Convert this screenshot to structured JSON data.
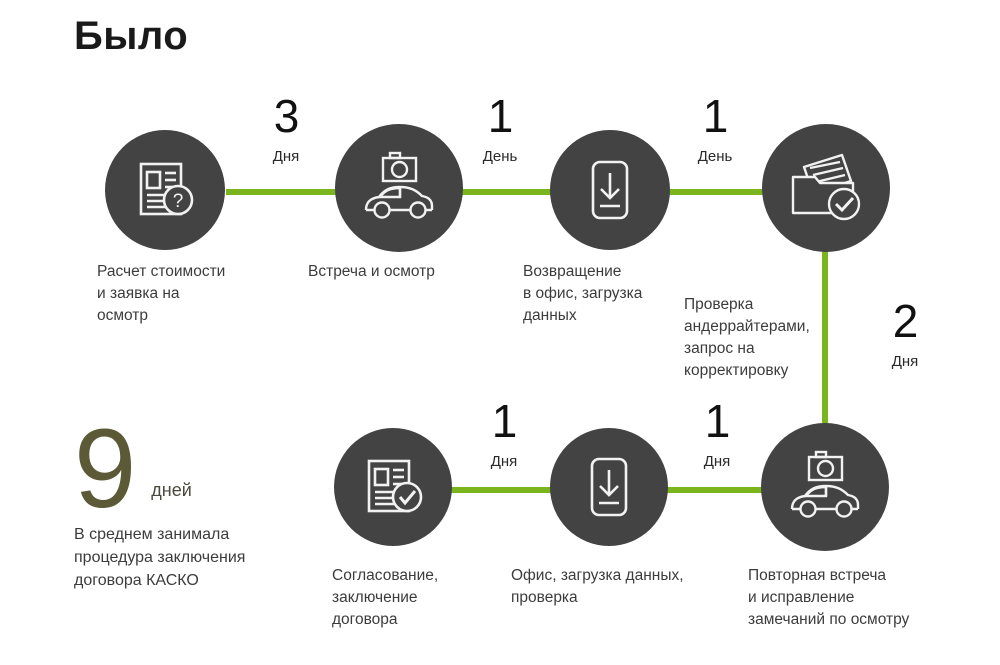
{
  "header": {
    "title": "Было"
  },
  "colors": {
    "accent_green": "#7ab51d",
    "node_dark": "#434343",
    "summary_olive": "#5c5936",
    "text": "#3c3c3c",
    "background": "#ffffff"
  },
  "summary": {
    "number": "9",
    "unit": "дней",
    "description": "В среднем занимала\nпроцедура заключения\nдоговора КАСКО"
  },
  "steps": [
    {
      "id": "step-1",
      "icon": "document-question-icon",
      "caption": "Расчет стоимости\nи заявка на\nосмотр"
    },
    {
      "id": "step-2",
      "icon": "camera-car-icon",
      "caption": "Встреча и осмотр"
    },
    {
      "id": "step-3",
      "icon": "download-document-icon",
      "caption": "Возвращение\nв офис, загрузка\nданных"
    },
    {
      "id": "step-4",
      "icon": "folder-check-icon",
      "caption": "Проверка\nандеррайтерами,\nзапрос на\nкорректировку"
    },
    {
      "id": "step-5",
      "icon": "camera-car-icon",
      "caption": "Повторная встреча\nи исправление\nзамечаний по осмотру"
    },
    {
      "id": "step-6",
      "icon": "download-document-icon",
      "caption": "Офис, загрузка данных,\nпроверка"
    },
    {
      "id": "step-7",
      "icon": "document-check-icon",
      "caption": "Согласование,\nзаключение\nдоговора"
    }
  ],
  "durations": [
    {
      "id": "duration-1",
      "number": "3",
      "unit": "Дня"
    },
    {
      "id": "duration-2",
      "number": "1",
      "unit": "День"
    },
    {
      "id": "duration-3",
      "number": "1",
      "unit": "День"
    },
    {
      "id": "duration-4",
      "number": "2",
      "unit": "Дня"
    },
    {
      "id": "duration-5",
      "number": "1",
      "unit": "Дня"
    },
    {
      "id": "duration-6",
      "number": "1",
      "unit": "Дня"
    }
  ]
}
